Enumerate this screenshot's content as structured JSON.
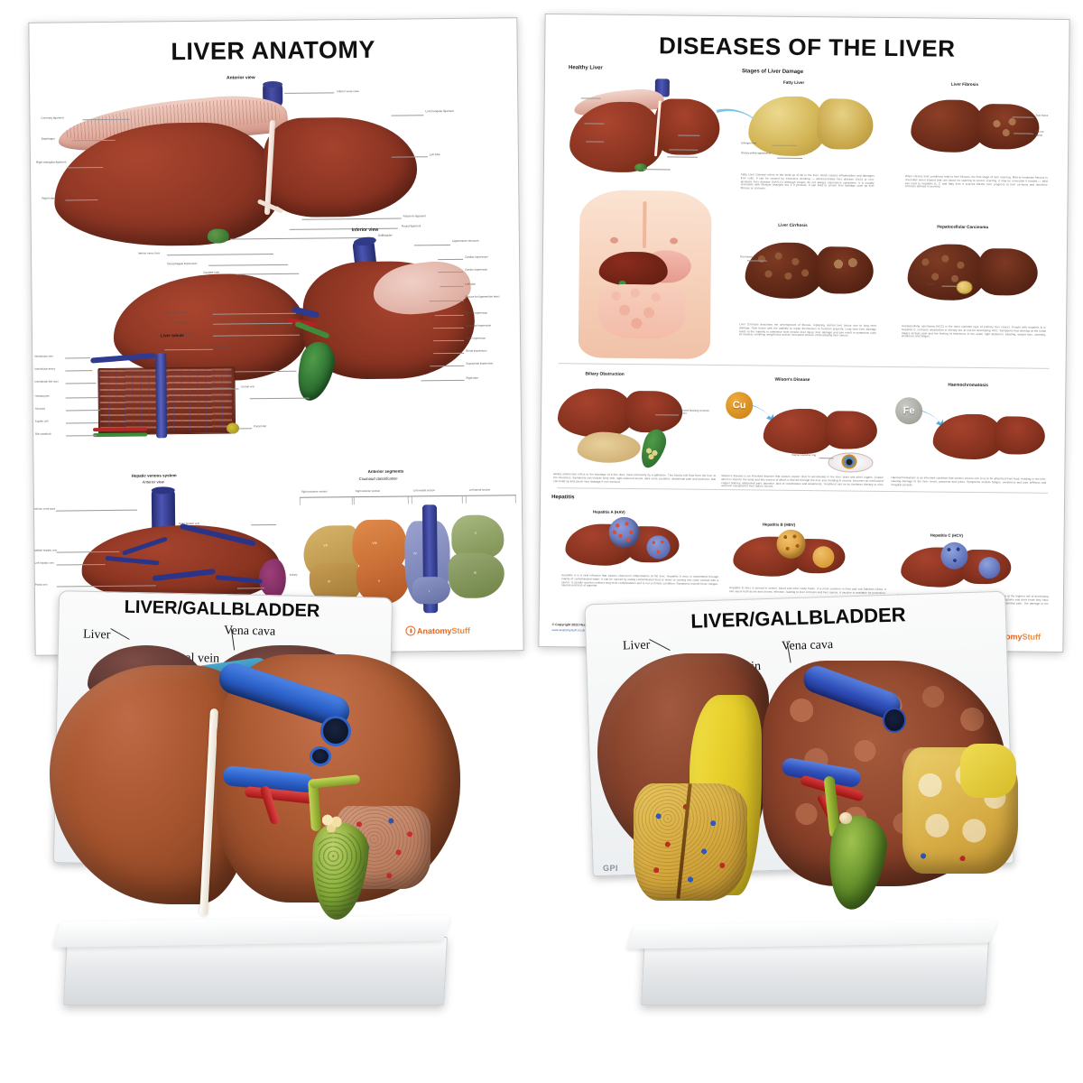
{
  "scene": {
    "description": "Product photo: two anatomy posters and two liver/gallbladder anatomical models",
    "background_color": "#ffffff"
  },
  "poster_anatomy": {
    "title": "LIVER ANATOMY",
    "sections": [
      {
        "id": "anterior",
        "label": "Anterior view"
      },
      {
        "id": "inferior",
        "label": "Inferior view"
      },
      {
        "id": "lobule",
        "label": "Liver lobule"
      },
      {
        "id": "venous",
        "label": "Hepatic venous system",
        "sublabel": "Anterior view"
      },
      {
        "id": "segments",
        "label": "Anterior segments",
        "sublabel": "Couinaud classification"
      }
    ],
    "anterior_labels_left": [
      "Coronary ligament",
      "Diaphragm",
      "Right triangular ligament",
      "Right lobe"
    ],
    "anterior_labels_right": [
      "Inferior vena cava",
      "Left triangular ligament",
      "Left lobe",
      "Falciform ligament",
      "Round ligament",
      "Gallbladder"
    ],
    "anterior_top_label": "Inferior vena cava",
    "inferior_labels_left": [
      "Inferior vena cava",
      "Oesophageal impression",
      "Caudate lobe",
      "Hepatic portal vein",
      "Hepatic artery",
      "Bile duct",
      "Quadrate lobe",
      "Gallbladder"
    ],
    "inferior_labels_right": [
      "Ligamentum venosum",
      "Cardiac impression",
      "Gastric impression",
      "Left lobe",
      "Fissure for ligamentum teres",
      "Pyloric impression",
      "Duodenal impression",
      "Colic impression",
      "Renal impression",
      "Suprarenal impression",
      "Right lobe"
    ],
    "lobule_labels_left": [
      "Interlobular vein",
      "Interlobular artery",
      "Interlobular bile duct",
      "Hepatocytes",
      "Sinusoid",
      "Kupffer cell",
      "Bile canaliculi"
    ],
    "lobule_labels_right": [
      "Hepatic vein",
      "Central vein",
      "Portal triad"
    ],
    "venous_labels_left": [
      "Inferior vena cava",
      "Middle hepatic vein",
      "Left hepatic vein",
      "Portal vein"
    ],
    "venous_labels_right": [
      "Right hepatic vein",
      "Renal vein",
      "Kidney"
    ],
    "segment_groups": [
      "Right posterior section",
      "Right anterior section",
      "Left medial section",
      "Left lateral section"
    ],
    "segment_numbers": [
      "I",
      "II",
      "III",
      "IV",
      "V",
      "VI",
      "VII",
      "VIII"
    ],
    "brand": "AnatomyStuff"
  },
  "poster_diseases": {
    "title": "DISEASES OF THE LIVER",
    "section_headings": [
      "Healthy Liver",
      "Stages of Liver Damage",
      "Hepatitis"
    ],
    "panels": [
      {
        "id": "fatty-liver",
        "title": "Fatty Liver",
        "labels": [
          "Enlarged liver",
          "Greasy yellow appearance"
        ],
        "body": "Fatty Liver Disease refers to the build up of fat in the liver, which causes inflammation and damages liver cells. It can be caused by excessive drinking — alcohol-related liver disease (ALD) or non-alcoholic liver disease (NAFLD) although people do not always experience symptoms. It is usually reversible with lifestyle changes but if it persists, it can lead to severe liver damage such as liver fibrosis or cirrhosis."
      },
      {
        "id": "liver-fibrosis",
        "title": "Liver Fibrosis",
        "labels": [
          "Scar tissue",
          "Fibrous bands"
        ],
        "body": "When chronic liver conditions lead to liver fibrosis, the first stage of liver scarring. Mild to moderate fibrosis is reversible when treated and can cause no scarring to severe scarring. It may be reversible if treated — Mild can lead to hepatitis B, C and fatty liver if scarred fibrotic liver progress to liver cirrhosis and therefore cirrhosis defined in severity."
      },
      {
        "id": "liver-cirrhosis",
        "title": "Liver Cirrhosis",
        "labels": [
          "Scar tissue",
          "Regenerative nodules"
        ],
        "body": "Liver Cirrhosis describes the development of fibrous, replacing normal liver tissue due to long term damage. Scar tissue with the inability to repair themselves or function properly. Long term liver damage leads to the inability to otherwise form chronic liver injury, liver damage and can result in symptoms such as nausea, vomiting, weight loss and an increased chance of developing liver cancer."
      },
      {
        "id": "hepatocellular-carcinoma",
        "title": "Hepatocellular Carcinoma",
        "labels": [
          "Tumour"
        ],
        "body": "Hepatocellular carcinoma (HCC) is the most common type of primary liver cancer. People with hepatitis B or hepatitis C, cirrhosis, alcoholism or obesity are at risk for developing HCC. Symptoms that develop at the initial stages include pain and the feeling of heaviness in the upper right abdomen, bloating, weight loss, vomiting, weakness and fatigue."
      },
      {
        "id": "biliary-obstruction",
        "title": "Biliary Obstruction",
        "labels": [
          "Gallstones blocking common bile duct"
        ],
        "body": "Biliary obstruction refers to the blockage of a bile duct, most commonly by a gallstone. This blocks bile flow from the liver to the intestines. Symptoms can include itchy skin, light-coloured stools, dark urine, jaundice, abdominal pain and sickness. Bile can build up and cause liver damage if not resolved."
      },
      {
        "id": "wilsons-disease",
        "title": "Wilson's Disease",
        "labels": [
          "Kayser-Fleischer ring"
        ],
        "badge": "Cu",
        "badge_color": "#d68a18",
        "body": "Wilson's disease is an inherited disorder that causes copper (Cu) to accumulate in the liver, brain and other organs. Copper which is vital for the body and this excess of which is filtered through the liver and, building in excess, becomes an overload of copper (kidney, abdominal pain, jaundice, lack of coordination and weakness). Treatment can be by chelation therapy or zinc, and liver transplant if liver failure occurs."
      },
      {
        "id": "haemochromatosis",
        "title": "Haemochromatosis",
        "labels": [
          "Iron overload"
        ],
        "badge": "Fe",
        "badge_color": "#9a9a92",
        "body": "Haemochromatosis is an inherited condition that causes excess iron (Fe) to be absorbed from food, building in the liver, causing damage to the liver, heart, pancreas and joints. Symptoms include fatigue, weakness and joint stiffness and irregular periods."
      },
      {
        "id": "hepatitis-a",
        "title": "Hepatitis A (HAV)",
        "body": "Hepatitis A is a viral infection that causes short-term inflammation of the liver. Hepatitis A virus is transmitted through mainly of contaminated water. It can be spread by eating contaminated food or water or coming into close contact with a carrier. It usually resolves without long-term complications and is not a chronic condition. Symptoms include fever, fatigue, nausea and loss of appetite."
      },
      {
        "id": "hepatitis-b",
        "title": "Hepatitis B (HBV)",
        "body": "Hepatitis B virus is spread in semen, blood and other body fluids. It is most common in Asia and sub-Saharan Africa. It can cause both acute and chronic infection, leading to liver cirrhosis and liver cancer. A vaccine is available for protection."
      },
      {
        "id": "hepatitis-c",
        "title": "Hepatitis C (HCV)",
        "body": "Hepatitis C is spread by blood contact. People who inject drugs or share needles are at the highest risk of developing HCV, although it can also be spread by other means. Many people do not have symptoms and don't know they have it; some people may develop symptoms such as loss of appetite, tiredness and abdominal pain. The damage to the liver can lead to cirrhosis, liver failure or liver cancer if it goes untreated."
      }
    ],
    "copyright": "© Copyright 2022 Health Edco",
    "website": "www.anatomystuff.co.uk",
    "brand": "AnatomyStuff"
  },
  "model_front": {
    "card_title": "LIVER/GALLBLADDER",
    "labels": [
      {
        "name": "liver",
        "text": "Liver"
      },
      {
        "name": "portal-vein",
        "text": "Portal vein"
      },
      {
        "name": "vena-cava",
        "text": "Vena cava"
      }
    ],
    "colors": {
      "liver_tissue": "#b05a39",
      "vena_cava": "#2f6fd0",
      "portal_vein": "#2b8fc4",
      "hepatic_artery": "#c32222",
      "gallbladder": "#8fad3e",
      "bile_duct": "#9bb33c",
      "base": "#e9ecee"
    }
  },
  "model_pathology": {
    "card_title": "LIVER/GALLBLADDER",
    "labels": [
      {
        "name": "liver",
        "text": "Liver"
      },
      {
        "name": "portal-vein",
        "text": "Portal vein"
      },
      {
        "name": "vena-cava",
        "text": "Vena cava"
      }
    ],
    "mark": "GPI",
    "colors": {
      "liver_tissue": "#9e4f34",
      "nodular_tissue": "#a6533a",
      "fatty_section": "#d9a93c",
      "fatty_capsule": "#e8d231",
      "vena_cava": "#2f56c0",
      "hepatic_artery": "#b71c1c",
      "gallbladder": "#6f9a2e",
      "base": "#eef0f1"
    }
  }
}
